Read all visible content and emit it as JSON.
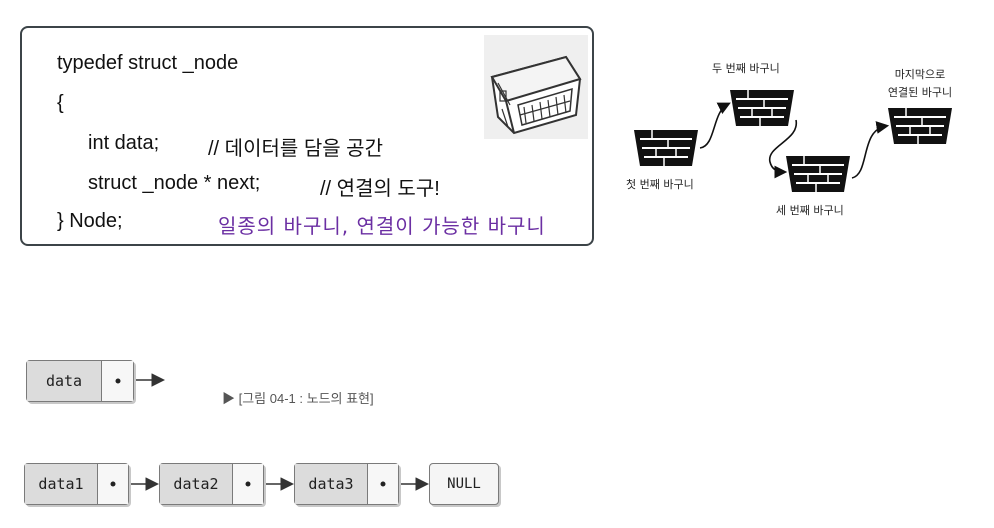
{
  "code": {
    "line1": "typedef struct _node",
    "line2": "{",
    "line3_code": "int data;",
    "line3_comment": "// 데이터를 담을 공간",
    "line4_code": "struct _node * next;",
    "line4_comment": "// 연결의 도구!",
    "line5": "} Node;",
    "annotation": "일종의 바구니, 연결이 가능한 바구니"
  },
  "baskets": {
    "first": "첫 번째 바구니",
    "second": "두 번째 바구니",
    "third": "세 번째 바구니",
    "last_line1": "마지막으로",
    "last_line2": "연결된 바구니"
  },
  "single_node": {
    "data": "data"
  },
  "caption": "▶ [그림 04-1 : 노드의 표현]",
  "list": {
    "nodes": [
      "data1",
      "data2",
      "data3"
    ],
    "terminal": "NULL"
  }
}
